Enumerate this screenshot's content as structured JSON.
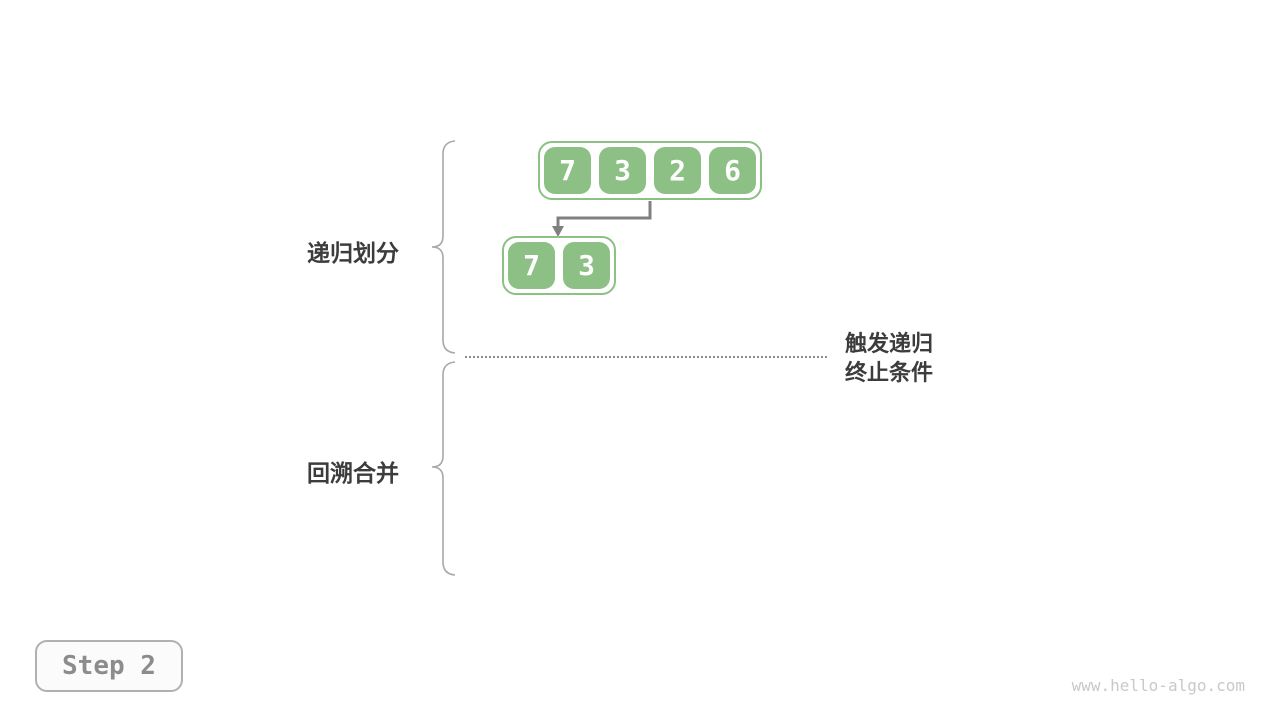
{
  "figure": {
    "step_label": "Step 2",
    "watermark": "www.hello-algo.com"
  },
  "phases": {
    "top_label": "递归划分",
    "bottom_label": "回溯合并"
  },
  "base_case": {
    "line1": "触发递归",
    "line2": "终止条件"
  },
  "arrays": {
    "root": {
      "values": [
        "7",
        "3",
        "2",
        "6"
      ]
    },
    "left_child": {
      "values": [
        "7",
        "3"
      ]
    }
  },
  "colors": {
    "cell_green": "#8CC084",
    "arrow_gray": "#808080",
    "brace_gray": "#A8A8A8",
    "divider_gray": "#8C8C8C",
    "label_dark": "#3C3C3C",
    "badge_border": "#B0B0B0",
    "badge_bg": "#FBFBFB",
    "badge_text": "#8C8C8C",
    "watermark_gray": "#C9C9C9",
    "digit_white": "#FFFFFF"
  }
}
